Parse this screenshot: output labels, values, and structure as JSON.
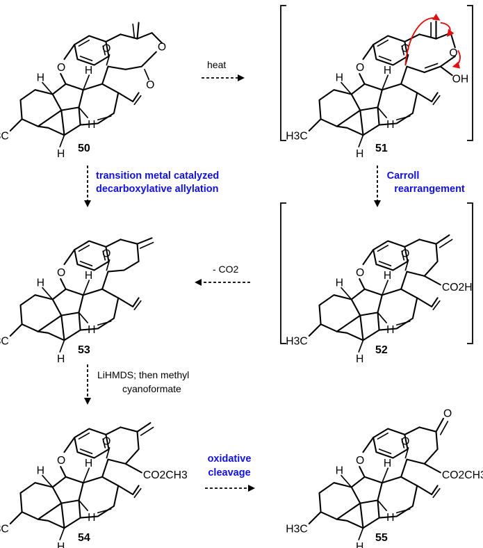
{
  "compounds": [
    {
      "id": "50",
      "label": "50"
    },
    {
      "id": "51",
      "label": "51"
    },
    {
      "id": "53",
      "label": "53"
    },
    {
      "id": "52",
      "label": "52"
    },
    {
      "id": "54",
      "label": "54"
    },
    {
      "id": "55",
      "label": "55"
    }
  ],
  "atoms": {
    "h": "H",
    "o": "O",
    "methyl": "H3C",
    "oh": "OH",
    "co2h": "CO2H",
    "co2ch3": "CO2CH3"
  },
  "conditions": {
    "heat": "heat",
    "decarb_line1": "transition metal catalyzed",
    "decarb_line2": "decarboxylative allylation",
    "carroll_line1": "Carroll",
    "carroll_line2": "rearrangement",
    "minus_co2": "- CO2",
    "lihmds_line1": "LiHMDS; then methyl",
    "lihmds_line2": "cyanoformate",
    "oxid_line1": "oxidative",
    "oxid_line2": "cleavage"
  },
  "colors": {
    "bond": "#000000",
    "emphasis_text": "#1010e0",
    "curved_arrow": "#e01010"
  }
}
